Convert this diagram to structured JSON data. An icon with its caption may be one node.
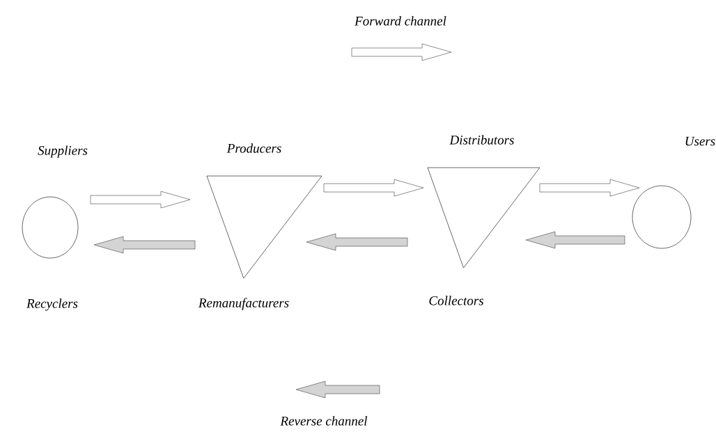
{
  "diagram": {
    "nodes": [
      {
        "text": [
          "Suppliers",
          "Recyclers"
        ]
      },
      {
        "text": [
          "Producers",
          "Remanufacturers"
        ]
      },
      {
        "text": [
          "Distributors",
          "Collectors"
        ]
      },
      {
        "text": [
          "Users"
        ]
      }
    ],
    "edges": [
      {
        "from": 0,
        "to": 1,
        "arrow": "to"
      },
      {
        "from": 1,
        "to": 2,
        "arrow": "to"
      },
      {
        "from": 2,
        "to": 3,
        "arrow": "to"
      },
      {
        "from": 3,
        "to": 2,
        "arrow": "to",
        "color": "#d4d4d4"
      },
      {
        "from": 2,
        "to": 1,
        "arrow": "to",
        "color": "#d4d4d4"
      },
      {
        "from": 1,
        "to": 0,
        "arrow": "to",
        "color": "#d4d4d4"
      }
    ],
    "legend": [
      {
        "text": "Forward channel"
      },
      {
        "text": "Reverse channel"
      }
    ]
  }
}
